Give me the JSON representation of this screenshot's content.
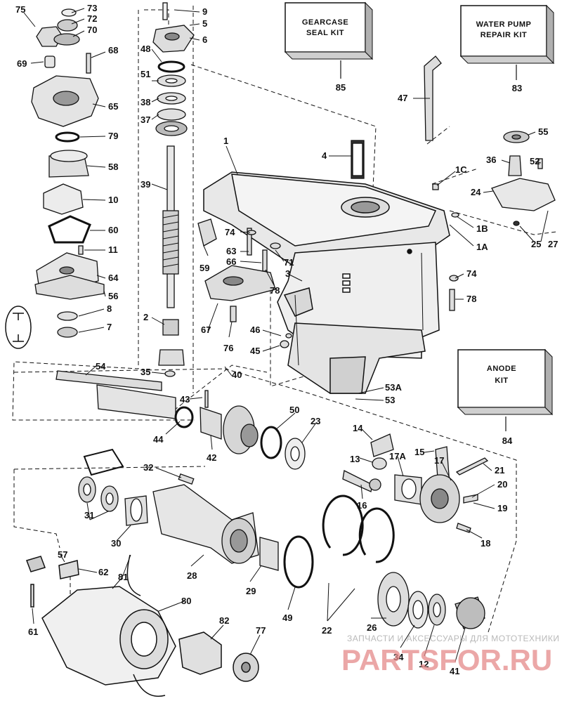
{
  "kits": [
    {
      "id": "gearcase-seal",
      "line1": "GEARCASE",
      "line2": "SEAL KIT",
      "number": "85"
    },
    {
      "id": "water-pump",
      "line1": "WATER PUMP",
      "line2": "REPAIR KIT",
      "number": "83"
    },
    {
      "id": "anode",
      "line1": "ANODE",
      "line2": "KIT",
      "number": "84"
    }
  ],
  "callouts": {
    "c75": "75",
    "c73": "73",
    "c72": "72",
    "c70": "70",
    "c69": "69",
    "c68": "68",
    "c65": "65",
    "c79": "79",
    "c58": "58",
    "c10": "10",
    "c60": "60",
    "c11": "11",
    "c64": "64",
    "c56": "56",
    "c8": "8",
    "c7": "7",
    "c9": "9",
    "c5": "5",
    "c6": "6",
    "c48": "48",
    "c51": "51",
    "c38": "38",
    "c37": "37",
    "c39": "39",
    "c2": "2",
    "c35": "35",
    "c1": "1",
    "c4": "4",
    "c47": "47",
    "c55": "55",
    "c36": "36",
    "c52": "52",
    "c1C": "1C",
    "c24": "24",
    "c1B": "1B",
    "c1A": "1A",
    "c25": "25",
    "c27": "27",
    "c74a": "74",
    "c63": "63",
    "c71": "71",
    "c66": "66",
    "c3": "3",
    "c59": "59",
    "c78a": "78",
    "c74b": "74",
    "c78b": "78",
    "c67": "67",
    "c76": "76",
    "c46": "46",
    "c45": "45",
    "c40": "40",
    "c53A": "53A",
    "c53": "53",
    "c54": "54",
    "c43": "43",
    "c44": "44",
    "c42": "42",
    "c50": "50",
    "c23": "23",
    "c14": "14",
    "c15": "15",
    "c17": "17",
    "c21": "21",
    "c13": "13",
    "c17A": "17A",
    "c16": "16",
    "c20": "20",
    "c19": "19",
    "c18": "18",
    "c32": "32",
    "c31": "31",
    "c30": "30",
    "c57": "57",
    "c62": "62",
    "c81": "81",
    "c80": "80",
    "c28": "28",
    "c29": "29",
    "c49": "49",
    "c22": "22",
    "c26": "26",
    "c34": "34",
    "c12": "12",
    "c41": "41",
    "c61": "61",
    "c82": "82",
    "c77": "77"
  },
  "watermark": {
    "line1": "ЗАПЧАСТИ И АКСЕССУАРЫ ДЛЯ МОТОТЕХНИКИ",
    "logo": "PARTSFOR.RU"
  },
  "colors": {
    "ink": "#111111",
    "watermark_text": "#b9b9b9",
    "watermark_logo": "#e58a8a",
    "kit_side": "#b0b0b0"
  }
}
